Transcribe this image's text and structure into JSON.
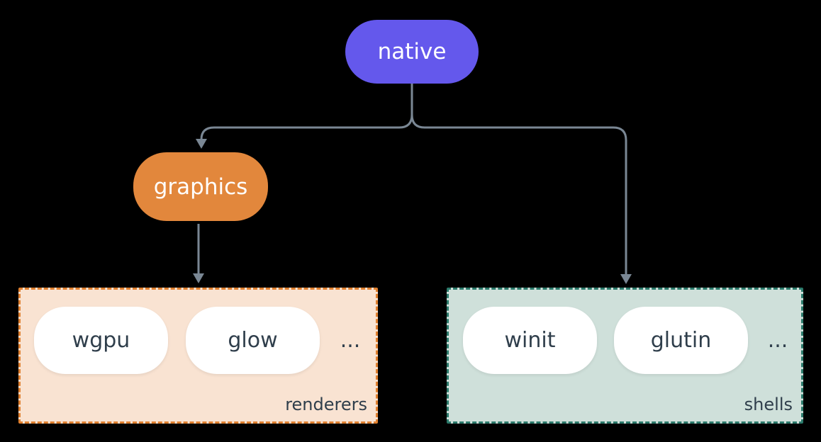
{
  "nodes": {
    "native": {
      "label": "native"
    },
    "graphics": {
      "label": "graphics"
    }
  },
  "groups": {
    "renderers": {
      "label": "renderers",
      "items": [
        "wgpu",
        "glow"
      ],
      "ellipsis": "..."
    },
    "shells": {
      "label": "shells",
      "items": [
        "winit",
        "glutin"
      ],
      "ellipsis": "..."
    }
  },
  "edges": [
    {
      "from": "native",
      "to": "graphics"
    },
    {
      "from": "native",
      "to": "shells"
    },
    {
      "from": "graphics",
      "to": "renderers"
    }
  ],
  "colors": {
    "background": "#000000",
    "connector": "#7A8794",
    "native_fill": "#6458EC",
    "graphics_fill": "#E2873C",
    "node_text": "#FFFFFF",
    "pill_fill": "#FFFFFF",
    "pill_text": "#2F3E4B",
    "renderers_bg": "#F9E3D2",
    "renderers_border": "#E0802F",
    "shells_bg": "#CFE0DA",
    "shells_border": "#2B7A6B"
  }
}
